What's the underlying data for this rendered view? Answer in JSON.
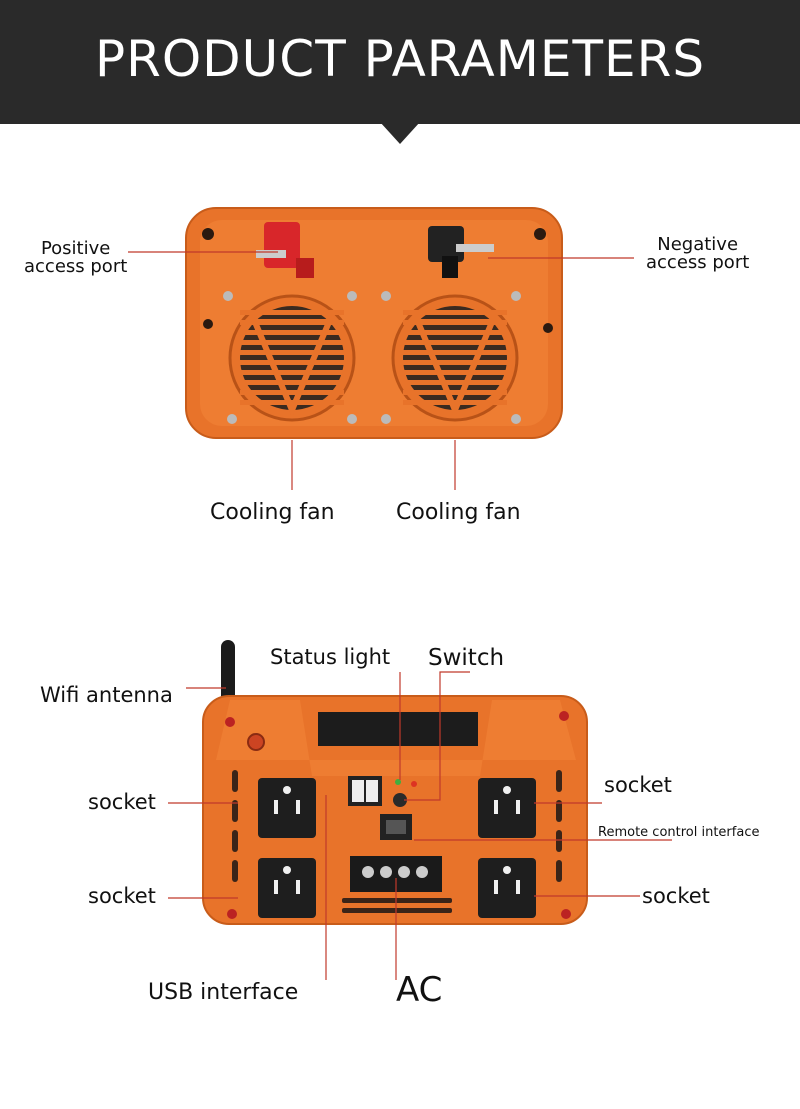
{
  "header": {
    "title": "PRODUCT PARAMETERS"
  },
  "top_view": {
    "positive_line1": "Positive",
    "positive_line2": "access port",
    "negative_line1": "Negative",
    "negative_line2": "access port",
    "fan_left": "Cooling fan",
    "fan_right": "Cooling fan"
  },
  "front_view": {
    "status_light": "Status light",
    "switch": "Switch",
    "wifi_antenna": "Wifi antenna",
    "socket_left_top": "socket",
    "socket_left_bottom": "socket",
    "socket_right_top": "socket",
    "socket_right_bottom": "socket",
    "remote_control": "Remote control interface",
    "usb_interface": "USB interface",
    "ac": "AC"
  },
  "colors": {
    "header_bg": "#2a2a2a",
    "body_orange": "#e8732a",
    "leader_red": "#c0392b"
  }
}
